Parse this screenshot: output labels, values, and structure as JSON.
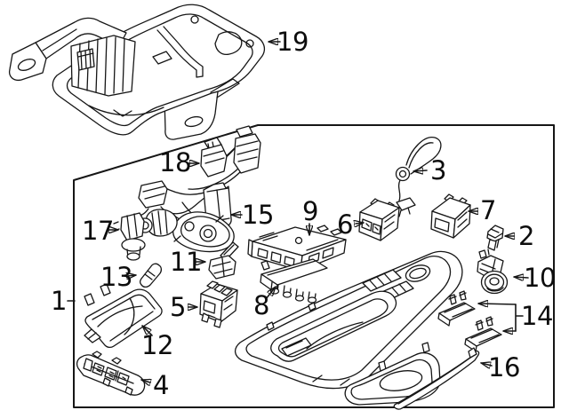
{
  "figure": {
    "background_color": "#ffffff",
    "line_color": "#161616",
    "callouts": [
      {
        "label": "1"
      },
      {
        "label": "2"
      },
      {
        "label": "3"
      },
      {
        "label": "4"
      },
      {
        "label": "5"
      },
      {
        "label": "6"
      },
      {
        "label": "7"
      },
      {
        "label": "8"
      },
      {
        "label": "9"
      },
      {
        "label": "10"
      },
      {
        "label": "11"
      },
      {
        "label": "12"
      },
      {
        "label": "13"
      },
      {
        "label": "14"
      },
      {
        "label": "15"
      },
      {
        "label": "16"
      },
      {
        "label": "17"
      },
      {
        "label": "18"
      },
      {
        "label": "19"
      }
    ]
  }
}
